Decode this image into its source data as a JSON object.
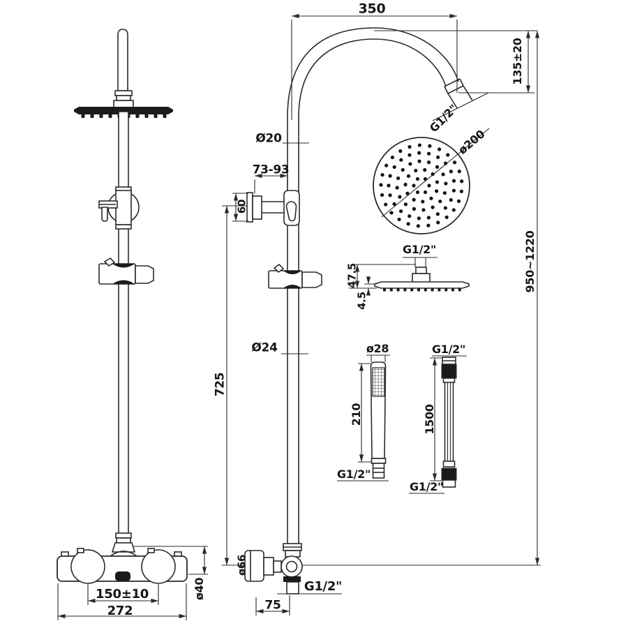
{
  "drawing": {
    "colors": {
      "line": "#2a2a2a",
      "dark": "#1b1b1b",
      "background": "#ffffff"
    },
    "labels": {
      "dim_350": "350",
      "dim_135": "135±20",
      "g12_arm": "G1/2\"",
      "dia_200": "ø200",
      "dia_20": "Ø20",
      "dim_73_93": "73-93",
      "dim_60": "60",
      "dim_950_1220": "950~1220",
      "g12_head": "G1/2\"",
      "dim_47_5": "47.5",
      "dim_4_5": "4.5",
      "dia_24": "Ø24",
      "dim_725": "725",
      "dia_28": "ø28",
      "dim_210": "210",
      "g12_handshower": "G1/2\"",
      "g12_hose_top": "G1/2\"",
      "dim_1500": "1500",
      "g12_hose_bottom": "G1/2\"",
      "dia_66": "ø66",
      "g12_outlet": "G1/2\"",
      "dim_75": "75",
      "dim_150": "150±10",
      "dim_272": "272",
      "dia_40": "ø40"
    }
  }
}
